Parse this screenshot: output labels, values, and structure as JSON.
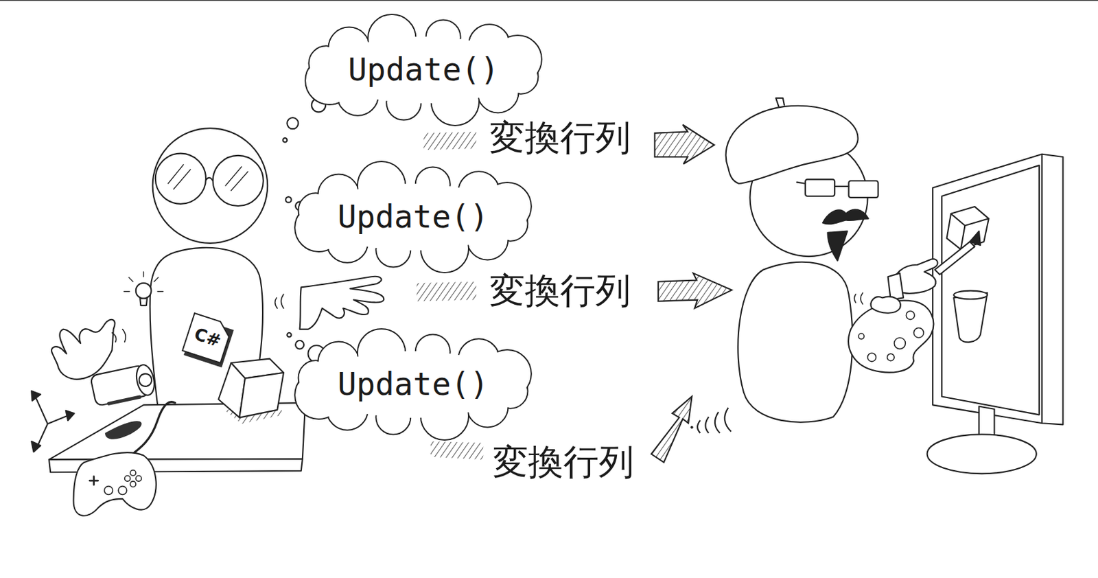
{
  "diagram": {
    "nodes": [
      {
        "text": [
          "Update()"
        ]
      },
      {
        "text": [
          "Update()"
        ]
      },
      {
        "text": [
          "C#"
        ]
      },
      {
        "text": [
          "Update()"
        ]
      }
    ],
    "labels": [
      "変換行列",
      "変換行列",
      "変換行列"
    ]
  }
}
